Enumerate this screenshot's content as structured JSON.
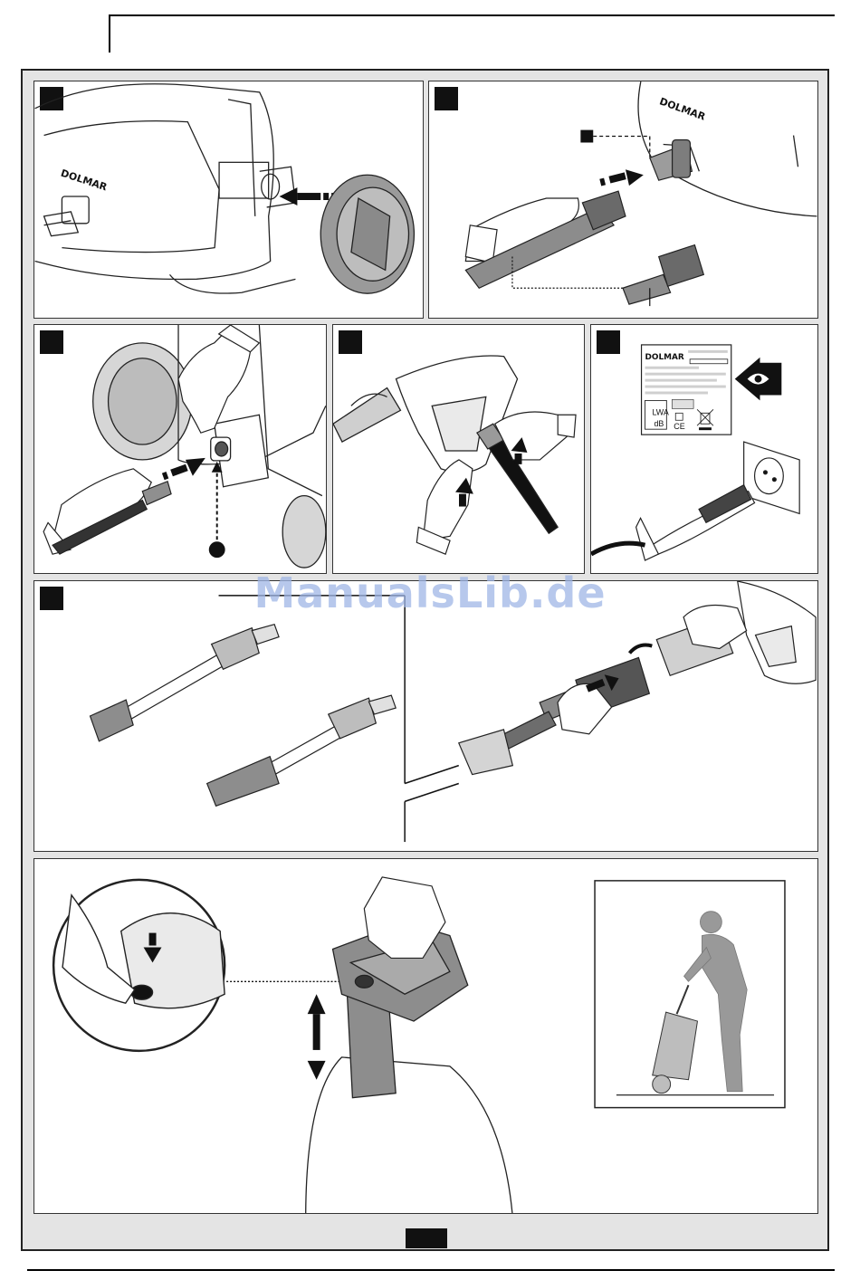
{
  "watermark": "ManualsLib.de",
  "brand_label": "DOLMAR",
  "rating_label": {
    "brand": "DOLMAR",
    "sound_unit": "LWA",
    "db_unit": "dB",
    "ce_mark": "CE"
  },
  "panels": [
    {
      "id": "1",
      "scene": "cap-attach-to-inlet"
    },
    {
      "id": "2",
      "scene": "hose-connect-to-inlet"
    },
    {
      "id": "3",
      "scene": "lance-connect-to-outlet"
    },
    {
      "id": "4",
      "scene": "lance-into-gun"
    },
    {
      "id": "5",
      "scene": "check-label-and-plug"
    },
    {
      "id": "6",
      "scene": "nozzle-attachment"
    },
    {
      "id": "7",
      "scene": "handle-adjust-and-transport"
    }
  ]
}
